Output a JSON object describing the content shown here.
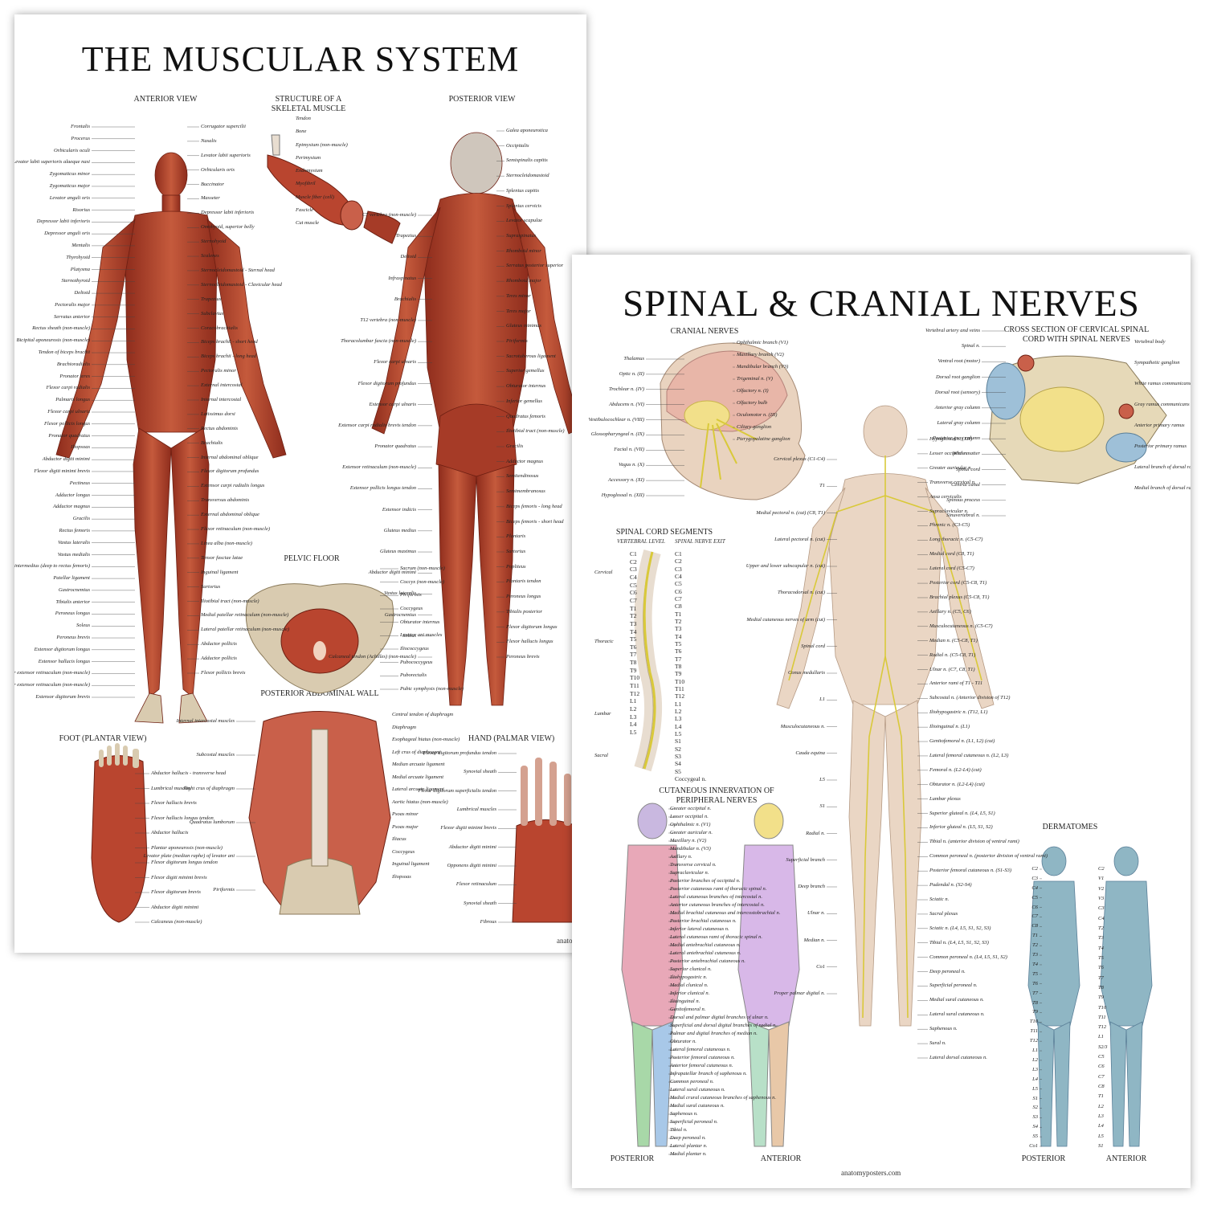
{
  "colors": {
    "muscle": "#b9452f",
    "muscle_dark": "#7a2417",
    "muscle_light": "#d97858",
    "tendon": "#e8ddd0",
    "bone": "#d9cbb0",
    "nerve": "#d9c93a",
    "skin": "#e9d3bf",
    "brain": "#e8b6a8",
    "dermatome": "#8fb6c4",
    "leader_line": "#333333"
  },
  "muscular_poster": {
    "title": "THE MUSCULAR SYSTEM",
    "headings": {
      "anterior": "ANTERIOR VIEW",
      "structure": "STRUCTURE OF A SKELETAL MUSCLE",
      "posterior": "POSTERIOR VIEW",
      "pelvic": "PELVIC FLOOR",
      "abdominal": "POSTERIOR ABDOMINAL WALL",
      "foot": "FOOT (PLANTAR VIEW)",
      "hand": "HAND (PALMAR VIEW)"
    },
    "anterior_labels_left": [
      "Frontalis",
      "Procerus",
      "Orbicularis oculi",
      "Levator labii superioris alaeque nasi",
      "Zygomaticus minor",
      "Zygomaticus major",
      "Levator anguli oris",
      "Risorius",
      "Depressor labii inferioris",
      "Depressor anguli oris",
      "Mentalis",
      "Thyrohyoid",
      "Platysma",
      "Sternothyroid",
      "Deltoid",
      "Pectoralis major",
      "Serratus anterior",
      "Rectus sheath (non-muscle)",
      "Bicipital aponeurosis (non-muscle)",
      "Tendon of biceps brachii",
      "Brachioradialis",
      "Pronator teres",
      "Flexor carpi radialis",
      "Palmaris longus",
      "Flexor carpi ulnaris",
      "Flexor pollicis longus",
      "Pronator quadratus",
      "Iliopsoas",
      "Abductor digiti minimi",
      "Flexor digiti minimi brevis",
      "Pectineus",
      "Adductor longus",
      "Adductor magnus",
      "Gracilis",
      "Rectus femoris",
      "Vastus lateralis",
      "Vastus medialis",
      "Vastus intermedius (deep to rectus femoris)",
      "Patellar ligament",
      "Gastrocnemius",
      "Tibialis anterior",
      "Peroneus longus",
      "Soleus",
      "Peroneus brevis",
      "Extensor digitorum longus",
      "Extensor hallucis longus",
      "Superior extensor retinaculum (non-muscle)",
      "Inferior extensor retinaculum (non-muscle)",
      "Extensor digitorum brevis"
    ],
    "anterior_labels_right": [
      "Corrugator supercilii",
      "Nasalis",
      "Levator labii superioris",
      "Orbicularis oris",
      "Buccinator",
      "Masseter",
      "Depressor labii inferioris",
      "Omohyoid, superior belly",
      "Sternohyoid",
      "Scalenes",
      "Sternocleidomastoid - Sternal head",
      "Sternocleidomastoid - Clavicular head",
      "Trapezius",
      "Subclavius",
      "Coracobrachialis",
      "Biceps brachii - short head",
      "Biceps brachii - long head",
      "Pectoralis minor",
      "External intercostal",
      "Internal intercostal",
      "Latissimus dorsi",
      "Rectus abdominis",
      "Brachialis",
      "Internal abdominal oblique",
      "Flexor digitorum profundus",
      "Extensor carpi radialis longus",
      "Transversus abdominis",
      "External abdominal oblique",
      "Flexor retinaculum (non-muscle)",
      "Linea alba (non-muscle)",
      "Tensor fasciae latae",
      "Inguinal ligament",
      "Sartorius",
      "Iliotibial tract (non-muscle)",
      "Medial patellar retinaculum (non-muscle)",
      "Lateral patellar retinaculum (non-muscle)",
      "Abductor pollicis",
      "Adductor pollicis",
      "Flexor pollicis brevis"
    ],
    "structure_labels": [
      "Tendon",
      "Bone",
      "Epimysium (non-muscle)",
      "Perimysium",
      "Endomysium",
      "Myofibril",
      "Muscle fiber (cell)",
      "Fascicle",
      "Cut muscle"
    ],
    "posterior_labels_left": [
      "C7 vertebra (non-muscle)",
      "Trapezius",
      "Deltoid",
      "Infraspinatus",
      "Brachialis",
      "T12 vertebra (non-muscle)",
      "Thoracolumbar fascia (non-muscle)",
      "Flexor carpi ulnaris",
      "Flexor digitorum profundus",
      "Extensor carpi ulnaris",
      "Extensor carpi radialis brevis tendon",
      "Pronator quadratus",
      "Extensor retinaculum (non-muscle)",
      "Extensor pollicis longus tendon",
      "Extensor indicis",
      "Gluteus medius",
      "Gluteus maximus",
      "Abductor digiti minimi",
      "Vastus lateralis",
      "Gastrocnemius",
      "Soleus",
      "Calcaneal tendon (Achilles) (non-muscle)"
    ],
    "posterior_labels_right": [
      "Galea aponeurotica",
      "Occipitalis",
      "Semispinalis capitis",
      "Sternocleidomastoid",
      "Splenius capitis",
      "Splenius cervicis",
      "Levator scapulae",
      "Supraspinatus",
      "Rhomboid minor",
      "Serratus posterior superior",
      "Rhomboid major",
      "Teres minor",
      "Teres major",
      "Gluteus minimus",
      "Piriformis",
      "Sacrotuberous ligament",
      "Superior gemellus",
      "Obturator internus",
      "Inferior gemellus",
      "Quadratus femoris",
      "Iliotibial tract (non-muscle)",
      "Gracilis",
      "Adductor magnus",
      "Semitendinosus",
      "Semimembranosus",
      "Biceps femoris - long head",
      "Biceps femoris - short head",
      "Plantaris",
      "Sartorius",
      "Popliteus",
      "Plantaris tendon",
      "Peroneus longus",
      "Tibialis posterior",
      "Flexor digitorum longus",
      "Flexor hallucis longus",
      "Peroneus brevis"
    ],
    "pelvic_labels": [
      "Sacrum (non-muscle)",
      "Coccyx (non-muscle)",
      "Piriformis",
      "Coccygeus",
      "Obturator internus",
      "Levator ani muscles",
      "Iliococcygeus",
      "Pubococcygeus",
      "Puborectalis",
      "Pubic symphysis (non-muscle)"
    ],
    "abdominal_labels": [
      "Internal intercostal muscles",
      "Subcostal muscles",
      "Right crus of diaphragm",
      "Quadratus lumborum",
      "Levator plate (median raphe) of levator ani",
      "Piriformis",
      "Central tendon of diaphragm",
      "Diaphragm",
      "Esophageal hiatus (non-muscle)",
      "Left crus of diaphragm",
      "Median arcuate ligament",
      "Medial arcuate ligament",
      "Lateral arcuate ligament",
      "Aortic hiatus (non-muscle)",
      "Psoas minor",
      "Psoas major",
      "Iliacus",
      "Coccygeus",
      "Inguinal ligament",
      "Iliopsoas"
    ],
    "foot_labels": [
      "Abductor hallucis - transverse head",
      "Lumbrical muscles",
      "Flexor hallucis brevis",
      "Flexor hallucis longus tendon",
      "Abductor hallucis",
      "Plantar aponeurosis (non-muscle)",
      "Flexor digitorum longus tendon",
      "Flexor digiti minimi brevis",
      "Flexor digitorum brevis",
      "Abductor digiti minimi",
      "Calcaneus (non-muscle)"
    ],
    "hand_labels": [
      "Flexor digitorum profundus tendon",
      "Synovial sheath",
      "Flexor digitorum superficialis tendon",
      "Lumbrical muscles",
      "Flexor digiti minimi brevis",
      "Abductor digiti minimi",
      "Opponens digiti minimi",
      "Flexor retinaculum",
      "Synovial sheath",
      "Fibrous"
    ],
    "footer": "anato"
  },
  "nerves_poster": {
    "title": "SPINAL & CRANIAL NERVES",
    "headings": {
      "cranial": "CRANIAL NERVES",
      "cross_section": "CROSS SECTION OF CERVICAL SPINAL CORD WITH SPINAL NERVES",
      "segments": "SPINAL CORD SEGMENTS",
      "cutaneous": "CUTANEOUS INNERVATION OF PERIPHERAL NERVES",
      "dermatomes": "DERMATOMES"
    },
    "segment_subheadings": [
      "VERTEBRAL LEVEL",
      "SPINAL NERVE EXIT"
    ],
    "segment_groups": [
      "Cervical",
      "Thoracic",
      "Lumbar",
      "Sacral"
    ],
    "vertebral_levels": [
      "C1",
      "C2",
      "C3",
      "C4",
      "C5",
      "C6",
      "C7",
      "T1",
      "T2",
      "T3",
      "T4",
      "T5",
      "T6",
      "T7",
      "T8",
      "T9",
      "T10",
      "T11",
      "T12",
      "L1",
      "L2",
      "L3",
      "L4",
      "L5"
    ],
    "spinal_nerve_exits": [
      "C1",
      "C2",
      "C3",
      "C4",
      "C5",
      "C6",
      "C7",
      "C8",
      "T1",
      "T2",
      "T3",
      "T4",
      "T5",
      "T6",
      "T7",
      "T8",
      "T9",
      "T10",
      "T11",
      "T12",
      "L1",
      "L2",
      "L3",
      "L4",
      "L5",
      "S1",
      "S2",
      "S3",
      "S4",
      "S5",
      "Coccygeal n."
    ],
    "cranial_labels_left": [
      "Thalamus",
      "Optic n. (II)",
      "Trochlear n. (IV)",
      "Abducens n. (VI)",
      "Vestibulocochlear n. (VIII)",
      "Glossopharyngeal n. (IX)",
      "Facial n. (VII)",
      "Vagus n. (X)",
      "Accessory n. (XI)",
      "Hypoglossal n. (XII)"
    ],
    "cranial_labels_right": [
      "Ophthalmic branch (V1)",
      "Maxillary branch (V2)",
      "Mandibular branch (V3)",
      "Trigeminal n. (V)",
      "Olfactory n. (I)",
      "Olfactory bulb",
      "Oculomotor n. (III)",
      "Ciliary ganglion",
      "Pterygopalatine ganglion"
    ],
    "cross_section_labels": [
      "Vertebral artery and veins",
      "Spinal n.",
      "Ventral root (motor)",
      "Dorsal root ganglion",
      "Dorsal root (sensory)",
      "Anterior gray column",
      "Lateral gray column",
      "Posterior gray column",
      "White matter",
      "Spinal cord",
      "Central canal",
      "Spinous process",
      "Sinuvertebral n.",
      "Vertebral body",
      "Sympathetic ganglion",
      "White ramus communicans",
      "Gray ramus communicans",
      "Anterior primary ramus",
      "Posterior primary ramus",
      "Lateral branch of dorsal ramus",
      "Medial branch of dorsal ramus"
    ],
    "body_labels_left": [
      "Cervical plexus (C1-C4)",
      "T1",
      "Medial pectoral n. (cut) (C8, T1)",
      "Lateral pectoral n. (cut)",
      "Upper and lower subscapular n. (cut)",
      "Thoracodorsal n. (cut)",
      "Medial cutaneous nerves of arm (cut)",
      "Spinal cord",
      "Conus medullaris",
      "L1",
      "Musculocutaneous n.",
      "Cauda equina",
      "L5",
      "S1",
      "Radial n.",
      "Superficial branch",
      "Deep branch",
      "Ulnar n.",
      "Median n.",
      "Co1",
      "Proper palmar digital n."
    ],
    "body_labels_right": [
      "Hypoglossal n. (XII)",
      "Lesser occipital n.",
      "Greater auricular n.",
      "Transverse cervical n.",
      "Ansa cervicalis",
      "Supraclavicular n.",
      "Phrenic n. (C3-C5)",
      "Long thoracic n. (C5-C7)",
      "Medial cord (C8, T1)",
      "Lateral cord (C5-C7)",
      "Posterior cord (C5-C8, T1)",
      "Brachial plexus (C5-C8, T1)",
      "Axillary n. (C5, C6)",
      "Musculocutaneous n. (C5-C7)",
      "Median n. (C5-C8, T1)",
      "Radial n. (C5-C8, T1)",
      "Ulnar n. (C7, C8, T1)",
      "Anterior rami of T1 - T11",
      "Subcostal n. (Anterior division of T12)",
      "Iliohypogastric n. (T12, L1)",
      "Ilioinguinal n. (L1)",
      "Genitofemoral n. (L1, L2) (cut)",
      "Lateral femoral cutaneous n. (L2, L3)",
      "Femoral n. (L2-L4) (cut)",
      "Obturator n. (L2-L4) (cut)",
      "Lumbar plexus",
      "Superior gluteal n. (L4, L5, S1)",
      "Inferior gluteal n. (L5, S1, S2)",
      "Tibial n. (anterior division of ventral rami)",
      "Common peroneal n. (posterior division of ventral rami)",
      "Posterior femoral cutaneous n. (S1-S3)",
      "Pudendal n. (S2-S4)",
      "Sciatic n.",
      "Sacral plexus",
      "Sciatic n. (L4, L5, S1, S2, S3)",
      "Tibial n. (L4, L5, S1, S2, S3)",
      "Common peroneal n. (L4, L5, S1, S2)",
      "Deep peroneal n.",
      "Superficial peroneal n.",
      "Medial sural cutaneous n.",
      "Lateral sural cutaneous n.",
      "Saphenous n.",
      "Sural n.",
      "Lateral dorsal cutaneous n."
    ],
    "cutaneous_labels": [
      "Greater occipital n.",
      "Lesser occipital n.",
      "Ophthalmic n. (V1)",
      "Greater auricular n.",
      "Maxillary n. (V2)",
      "Mandibular n. (V3)",
      "Axillary n.",
      "Transverse cervical n.",
      "Supraclavicular n.",
      "Posterior branches of occipital n.",
      "Posterior cutaneous rami of thoracic spinal n.",
      "Lateral cutaneous branches of intercostal n.",
      "Anterior cutaneous branches of intercostal n.",
      "Medial brachial cutaneous and intercostobrachial n.",
      "Posterior brachial cutaneous n.",
      "Inferior lateral cutaneous n.",
      "Lateral cutaneous rami of thoracic spinal n.",
      "Medial antebrachial cutaneous n.",
      "Lateral antebrachial cutaneous n.",
      "Posterior antebrachial cutaneous n.",
      "Superior clunical n.",
      "Iliohypogastric n.",
      "Medial clunical n.",
      "Inferior clunical n.",
      "Ilioinguinal n.",
      "Genitofemoral n.",
      "Dorsal and palmar digital branches of ulnar n.",
      "Superficial and dorsal digital branches of radial n.",
      "Palmar and digital branches of median n.",
      "Obturator n.",
      "Lateral femoral cutaneous n.",
      "Posterior femoral cutaneous n.",
      "Anterior femoral cutaneous n.",
      "Infrapatellar branch of saphenous n.",
      "Common peroneal n.",
      "Lateral sural cutaneous n.",
      "Medial crural cutaneous branches of saphenous n.",
      "Medial sural cutaneous n.",
      "Saphenous n.",
      "Superficial peroneal n.",
      "Tibial n.",
      "Deep peroneal n.",
      "Lateral plantar n.",
      "Medial plantar n."
    ],
    "dermatome_labels_left": [
      "C2",
      "C3",
      "C4",
      "C5",
      "C6",
      "C7",
      "C8",
      "T1",
      "T2",
      "T3",
      "T4",
      "T5",
      "T6",
      "T7",
      "T8",
      "T9",
      "T10",
      "T11",
      "T12",
      "L1",
      "L2",
      "L3",
      "L4",
      "L5",
      "S1",
      "S2",
      "S3",
      "S4",
      "S5",
      "Co1"
    ],
    "dermatome_labels_right": [
      "C2",
      "V1",
      "V2",
      "V3",
      "C3",
      "C4",
      "T2",
      "T3",
      "T4",
      "T5",
      "T6",
      "T7",
      "T8",
      "T9",
      "T10",
      "T11",
      "T12",
      "L1",
      "S2/3",
      "C5",
      "C6",
      "C7",
      "C8",
      "T1",
      "L2",
      "L3",
      "L4",
      "L5",
      "S1"
    ],
    "captions": {
      "cut_posterior": "POSTERIOR",
      "cut_anterior": "ANTERIOR",
      "derm_posterior": "POSTERIOR",
      "derm_anterior": "ANTERIOR"
    },
    "footer": "anatomyposters.com"
  }
}
